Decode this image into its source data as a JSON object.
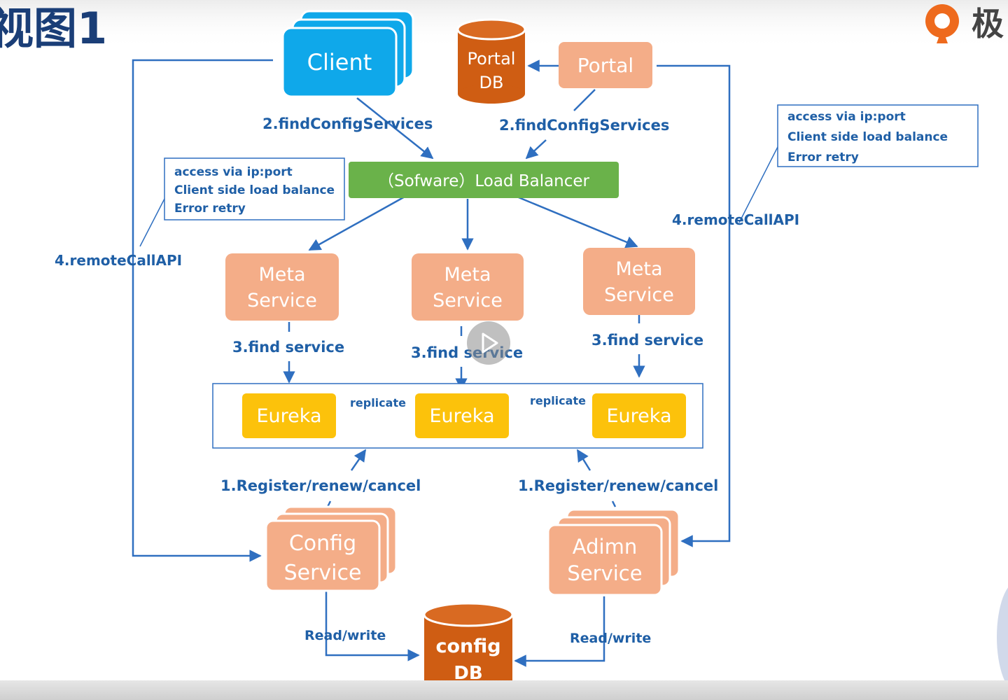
{
  "slide": {
    "title": "视图1",
    "brand_text": "极"
  },
  "nodes": {
    "client": "Client",
    "portal": "Portal",
    "portal_db": [
      "Portal",
      "DB"
    ],
    "load_balancer": "（Sofware）Load Balancer",
    "meta_service_left": [
      "Meta",
      "Service"
    ],
    "meta_service_center": [
      "Meta",
      "Service"
    ],
    "meta_service_right": [
      "Meta",
      "Service"
    ],
    "eureka_left": "Eureka",
    "eureka_center": "Eureka",
    "eureka_right": "Eureka",
    "config_service": [
      "Config",
      "Service"
    ],
    "admin_service": [
      "Adimn",
      "Service"
    ],
    "config_db": [
      "config",
      "DB"
    ]
  },
  "edge_labels": {
    "find_config_left": "2.findConfigServices",
    "find_config_right": "2.findConfigServices",
    "remote_call_left": "4.remoteCallAPI",
    "remote_call_right": "4.remoteCallAPI",
    "find_service_left": "3.find service",
    "find_service_center": "3.find service",
    "find_service_right": "3.find service",
    "replicate_left": "replicate",
    "replicate_right": "replicate",
    "register_left": "1.Register/renew/cancel",
    "register_right": "1.Register/renew/cancel",
    "read_write_left": "Read/write",
    "read_write_right": "Read/write"
  },
  "notes": {
    "left": [
      "access via ip:port",
      "Client side load balance",
      "Error retry"
    ],
    "right": [
      "access via ip:port",
      "Client side load balance",
      "Error retry"
    ]
  },
  "colors": {
    "client": "#0fa8ea",
    "salmon": "#f4ad88",
    "database": "#cf5d13",
    "load_balancer": "#6ab24a",
    "eureka": "#fcc20b",
    "lines": "#2f6fc0",
    "label_text": "#1f5fa6"
  },
  "icons": [
    "brand-logo-icon",
    "play-icon"
  ]
}
